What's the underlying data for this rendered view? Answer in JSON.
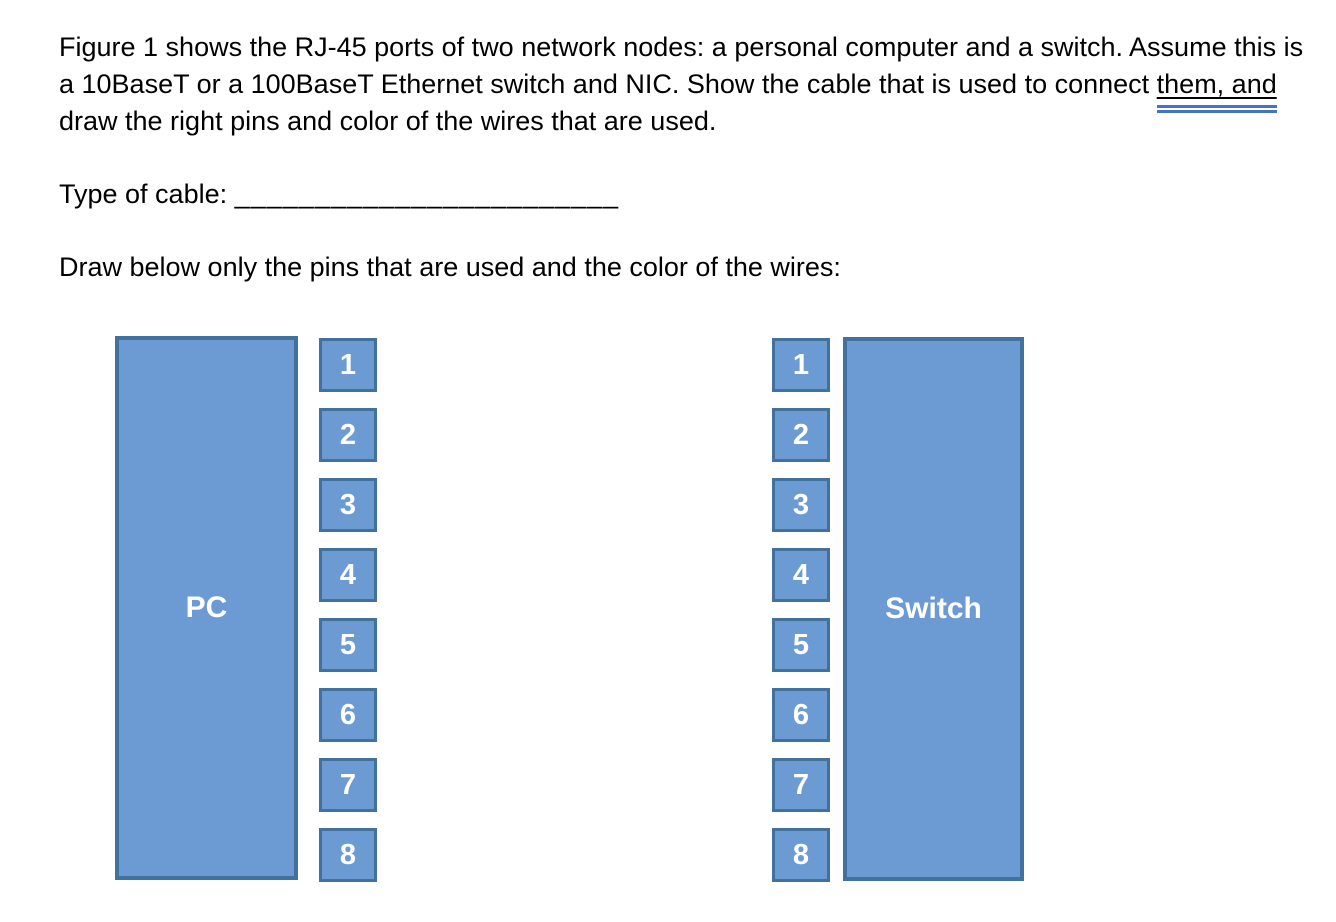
{
  "document": {
    "question": {
      "line1": "Figure 1 shows the RJ-45 ports of two network nodes: a personal computer and a switch. Assume this is",
      "line2_pre": "a 10BaseT or a 100BaseT Ethernet switch and NIC. Show the cable that is used to connect ",
      "line2_underlined": "them, and",
      "line3": "draw the right pins and color of the wires that are used."
    },
    "type_of_cable_label": "Type of cable: ",
    "type_of_cable_blank": "________________________",
    "draw_instruction": "Draw below only the pins that are used and the color of the wires:"
  },
  "figure": {
    "pc": {
      "label": "PC",
      "pins": [
        "1",
        "2",
        "3",
        "4",
        "5",
        "6",
        "7",
        "8"
      ]
    },
    "switch": {
      "label": "Switch",
      "pins": [
        "1",
        "2",
        "3",
        "4",
        "5",
        "6",
        "7",
        "8"
      ]
    }
  },
  "colors": {
    "shape_fill": "#6C9BD3",
    "shape_border": "#41719C",
    "grammar_underline_blue": "#4472C4"
  }
}
